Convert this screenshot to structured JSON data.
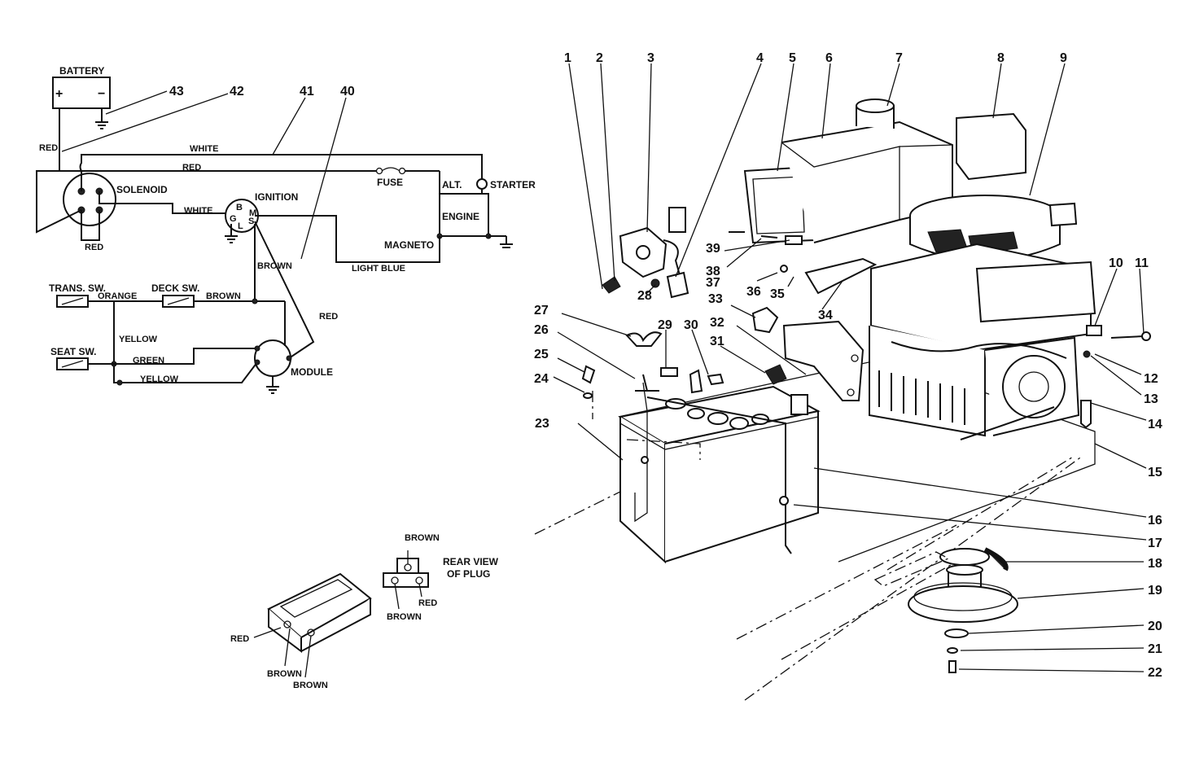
{
  "wiring": {
    "battery": "BATTERY",
    "plus": "+",
    "minus": "−",
    "solenoid": "SOLENOID",
    "ignition": "IGNITION",
    "ign_b": "B",
    "ign_g": "G",
    "ign_l": "L",
    "ign_m": "M",
    "ign_s": "S",
    "fuse": "FUSE",
    "alt": "ALT.",
    "starter": "STARTER",
    "engine": "ENGINE",
    "magneto": "MAGNETO",
    "module": "MODULE",
    "trans_sw": "TRANS. SW.",
    "deck_sw": "DECK SW.",
    "seat_sw": "SEAT SW.",
    "wire_red_a": "RED",
    "wire_red_b": "RED",
    "wire_red_c": "RED",
    "wire_red_d": "RED",
    "wire_white_a": "WHITE",
    "wire_white_b": "WHITE",
    "wire_light_blue": "LIGHT BLUE",
    "wire_brown_a": "BROWN",
    "wire_brown_b": "BROWN",
    "wire_orange": "ORANGE",
    "wire_yellow_a": "YELLOW",
    "wire_yellow_b": "YELLOW",
    "wire_green": "GREEN",
    "callout_43": "43",
    "callout_42": "42",
    "callout_41": "41",
    "callout_40": "40"
  },
  "plug": {
    "rear_view_1": "REAR VIEW",
    "rear_view_2": "OF PLUG",
    "rv_brown_top": "BROWN",
    "rv_brown_bottom": "BROWN",
    "rv_red": "RED",
    "iso_red": "RED",
    "iso_brown_a": "BROWN",
    "iso_brown_b": "BROWN"
  },
  "callouts": [
    "1",
    "2",
    "3",
    "4",
    "5",
    "6",
    "7",
    "8",
    "9",
    "10",
    "11",
    "12",
    "13",
    "14",
    "15",
    "16",
    "17",
    "18",
    "19",
    "20",
    "21",
    "22",
    "23",
    "24",
    "25",
    "26",
    "27",
    "28",
    "29",
    "30",
    "31",
    "32",
    "33",
    "34",
    "35",
    "36",
    "37",
    "38",
    "39"
  ]
}
